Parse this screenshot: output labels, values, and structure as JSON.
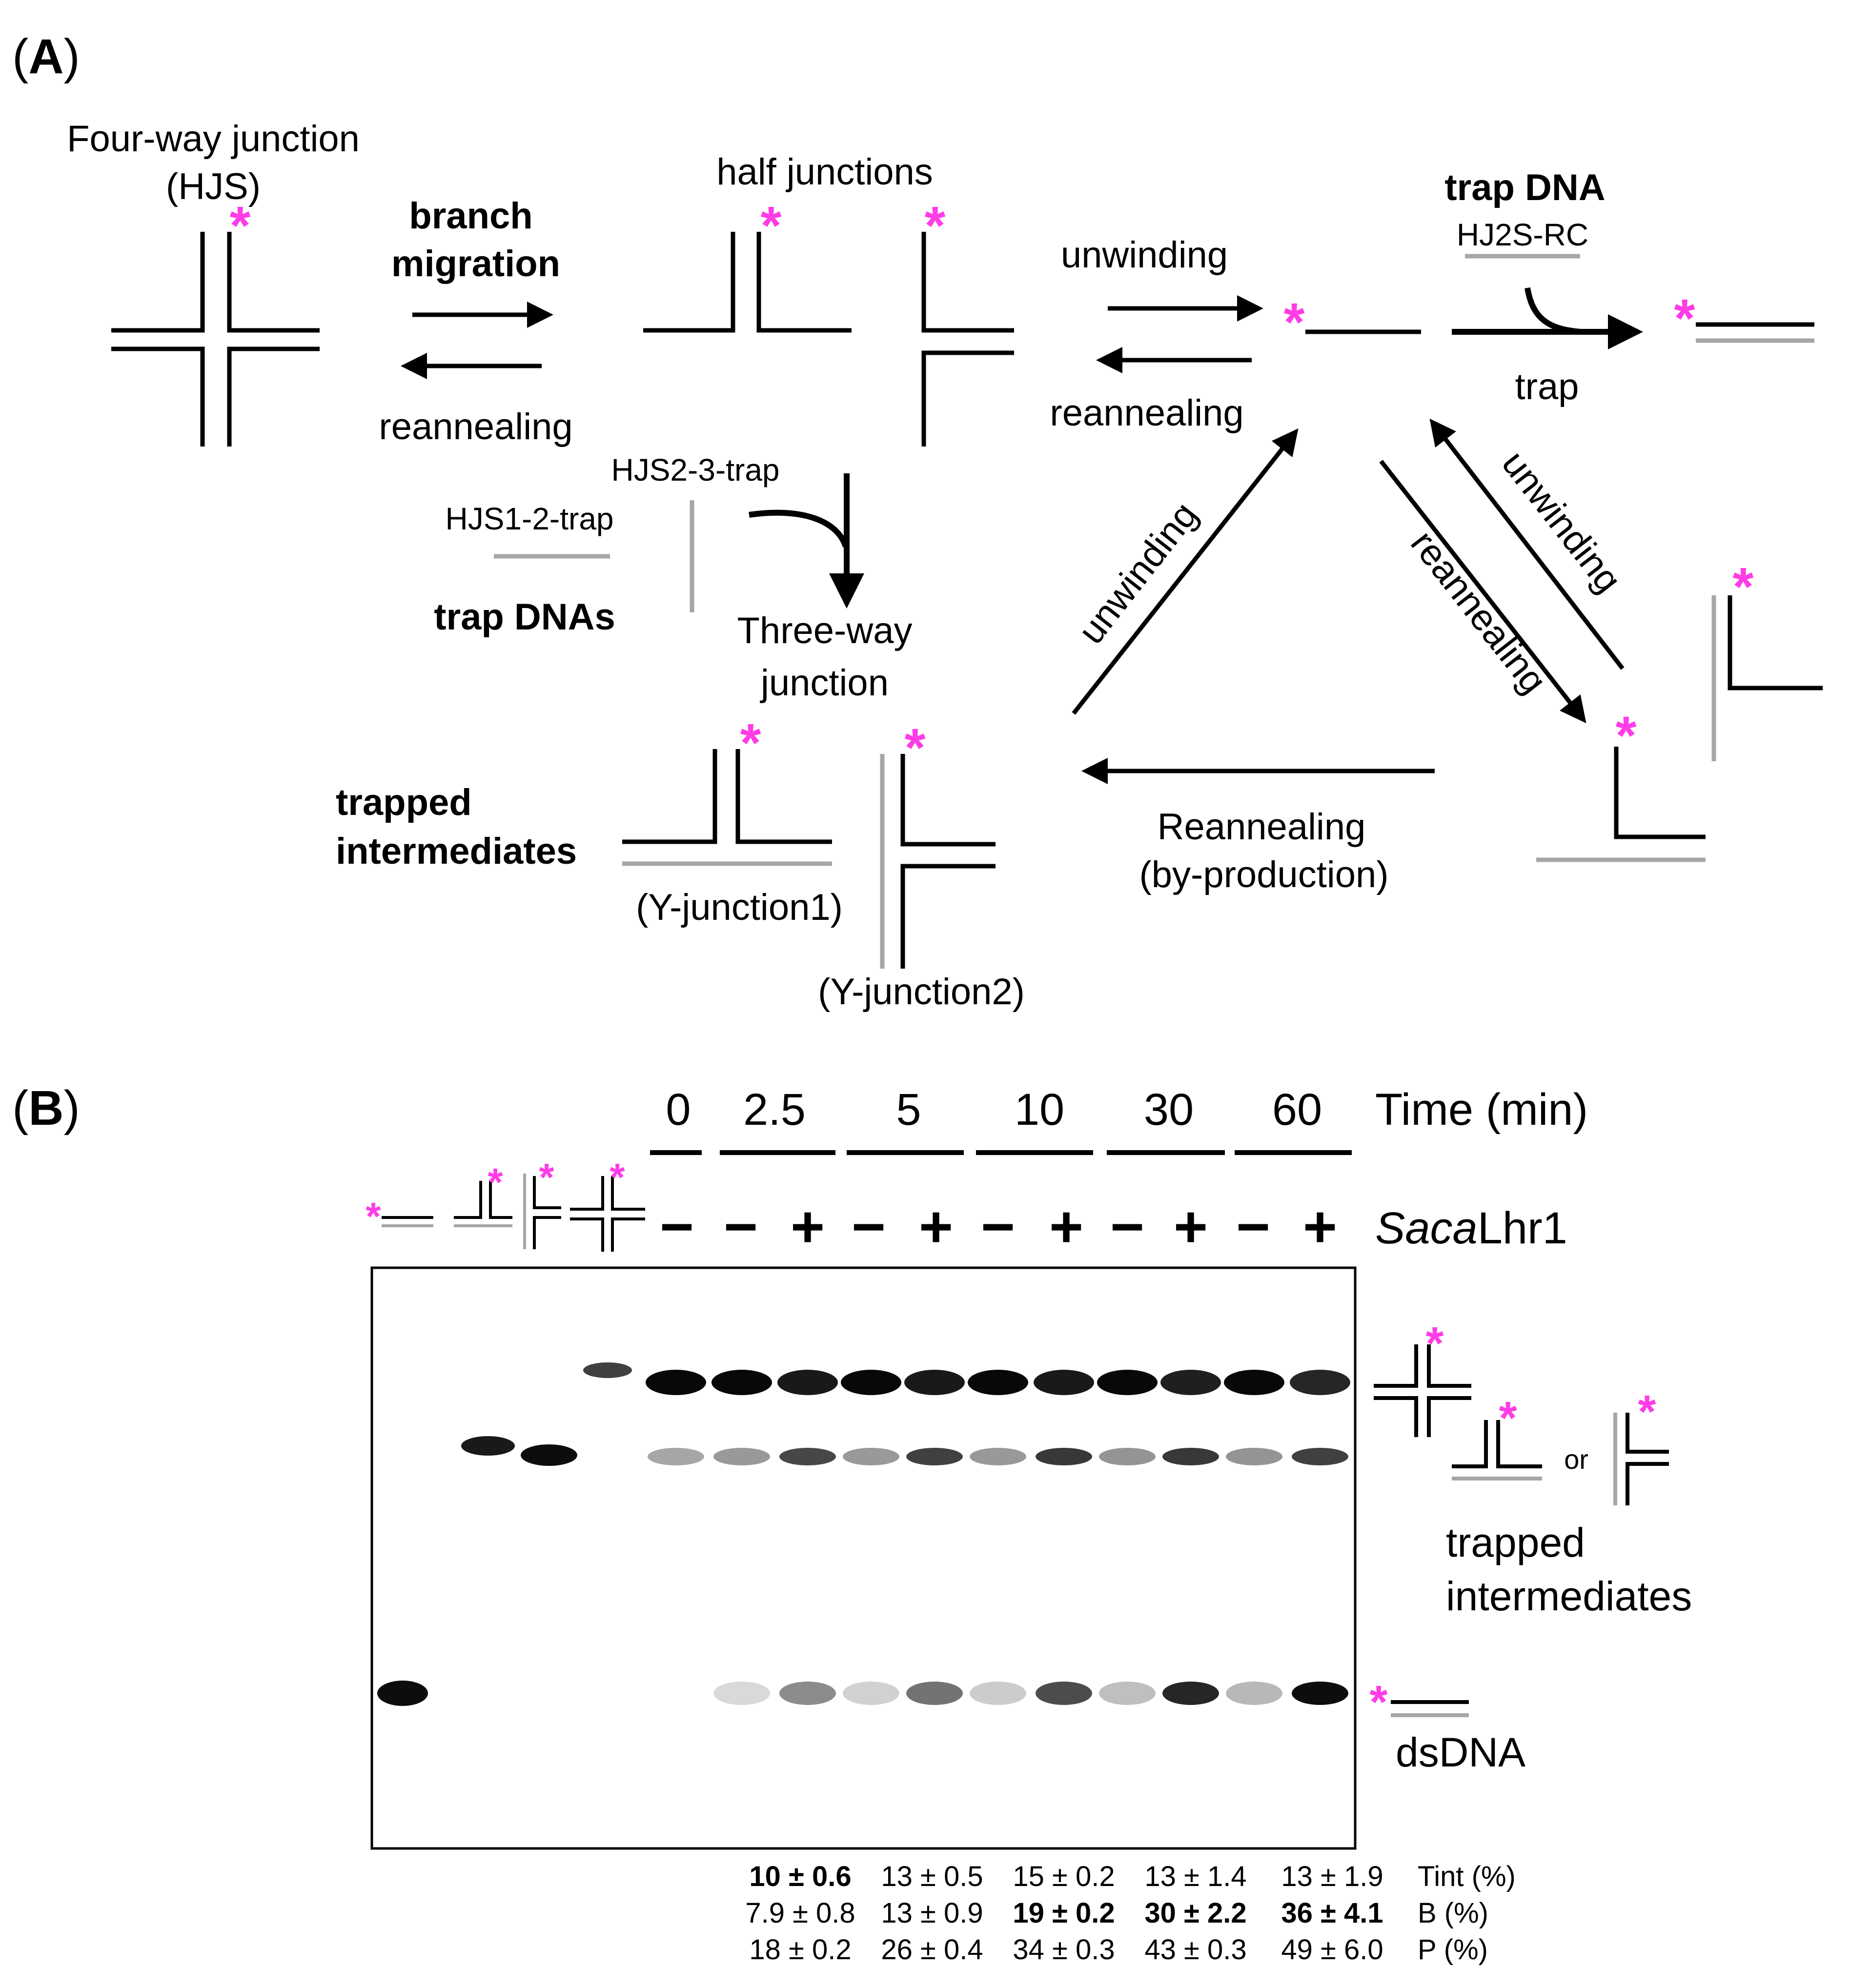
{
  "panel_a": {
    "label_open": "(",
    "label_letter": "A",
    "label_close": ")",
    "four_way_line1": "Four-way junction",
    "four_way_line2": "(HJS)",
    "branch_line1": "branch",
    "branch_line2": "migration",
    "reannealing_1": "reannealing",
    "half_junctions": "half junctions",
    "unwinding_1": "unwinding",
    "reannealing_2": "reannealing",
    "trap_dna_title": "trap DNA",
    "trap_dna_name": "HJ2S-RC",
    "trap": "trap",
    "hjs23": "HJS2-3-trap",
    "hjs12": "HJS1-2-trap",
    "trap_dnas": "trap DNAs",
    "three_way_line1": "Three-way",
    "three_way_line2": "junction",
    "unwinding_diag_left": "unwinding",
    "reannealing_diag": "reannealing",
    "unwinding_diag_right": "unwinding",
    "trapped_line1": "trapped",
    "trapped_line2": "intermediates",
    "y_junction1": "(Y-junction1)",
    "y_junction2": "(Y-junction2)",
    "reannealing_bp_line1": "Reannealing",
    "reannealing_bp_line2": "(by-production)",
    "star": "*"
  },
  "panel_b": {
    "label_open": "(",
    "label_letter": "B",
    "label_close": ")",
    "time_points": [
      "0",
      "2.5",
      "5",
      "10",
      "30",
      "60"
    ],
    "time_label": "Time (min)",
    "enzyme_signs": [
      "−",
      "−",
      "+",
      "−",
      "+",
      "−",
      "+",
      "−",
      "+",
      "−",
      "+"
    ],
    "enzyme_italic": "Saca",
    "enzyme_rest": "Lhr1",
    "or": "or",
    "trapped_line1": "trapped",
    "trapped_line2": "intermediates",
    "dsdna": "dsDNA",
    "row_labels": [
      "Tint (%)",
      "B (%)",
      "P (%)"
    ],
    "quant": [
      [
        [
          "10 ± ",
          "0.6"
        ],
        [
          "13 ± 0.5",
          ""
        ],
        [
          "15 ± 0.2",
          ""
        ],
        [
          "13 ± 1.4",
          ""
        ],
        [
          "13 ± 1.9",
          ""
        ]
      ],
      [
        [
          "7.9 ± 0.8",
          ""
        ],
        [
          "13 ± 0.9",
          ""
        ],
        [
          "19 ± ",
          "0.2"
        ],
        [
          "30 ± ",
          "2.2"
        ],
        [
          "36 ± ",
          "4.1"
        ]
      ],
      [
        [
          "18 ± 0.2",
          ""
        ],
        [
          "26 ± 0.4",
          ""
        ],
        [
          "34 ± 0.3",
          ""
        ],
        [
          "43 ± 0.3",
          ""
        ],
        [
          "49 ± 6.0",
          ""
        ]
      ]
    ]
  },
  "colors": {
    "marker": "#ff3ce6",
    "trap_strand": "#a6a6a6",
    "strand": "#000000"
  }
}
